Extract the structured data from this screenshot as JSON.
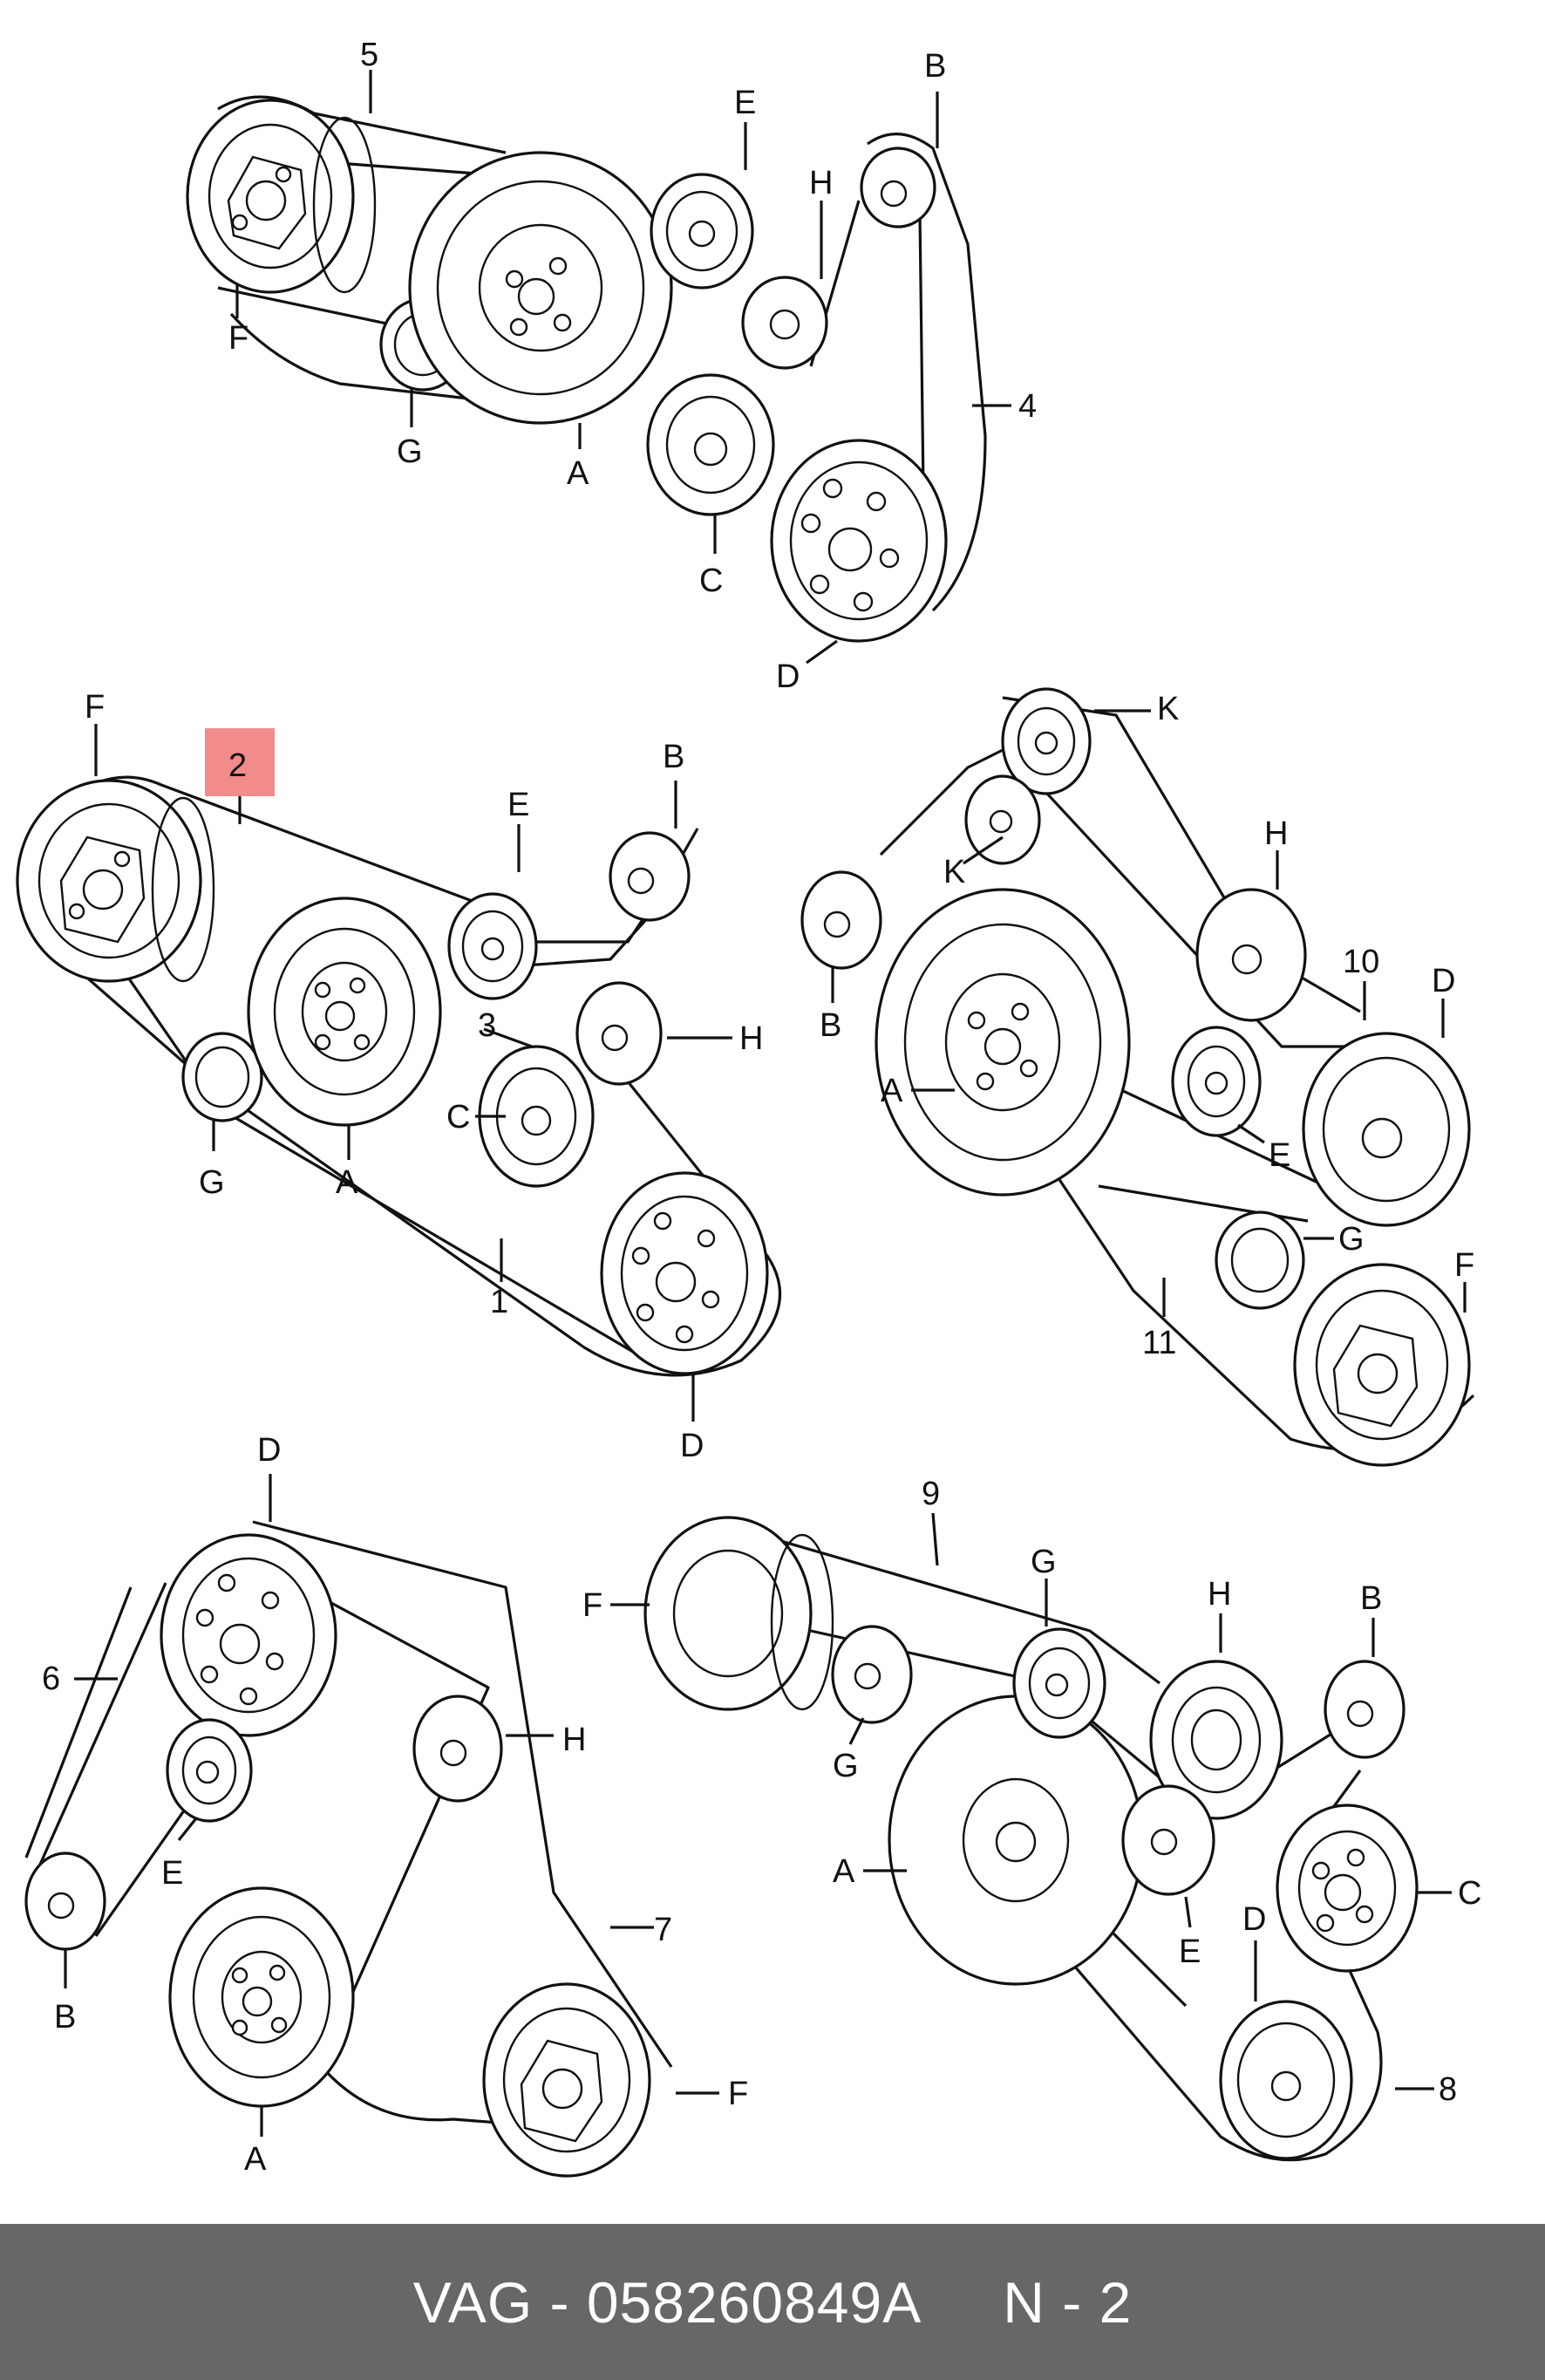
{
  "diagram": {
    "panels": [
      {
        "id": "panel-1",
        "labels": {
          "belt": "5",
          "belt2": "4",
          "F": "F",
          "G": "G",
          "A": "A",
          "E": "E",
          "H": "H",
          "B": "B",
          "C": "C",
          "D": "D"
        }
      },
      {
        "id": "panel-2",
        "highlighted_part": "2",
        "labels": {
          "F": "F",
          "belt_main": "1",
          "belt_small": "3",
          "E": "E",
          "B": "B",
          "H": "H",
          "C": "C",
          "G": "G",
          "A": "A",
          "D": "D"
        }
      },
      {
        "id": "panel-3",
        "labels": {
          "K1": "K",
          "K2": "K",
          "H": "H",
          "belt_top": "10",
          "D": "D",
          "B": "B",
          "A": "A",
          "E": "E",
          "G": "G",
          "F": "F",
          "belt_bottom": "11"
        }
      },
      {
        "id": "panel-4",
        "labels": {
          "D": "D",
          "belt_left": "6",
          "H": "H",
          "E": "E",
          "belt_right": "7",
          "B": "B",
          "A": "A",
          "F": "F"
        }
      },
      {
        "id": "panel-5",
        "labels": {
          "belt_top": "9",
          "G1": "G",
          "H": "H",
          "B": "B",
          "F": "F",
          "G2": "G",
          "A": "A",
          "C": "C",
          "E": "E",
          "D": "D",
          "belt_bottom": "8"
        }
      }
    ],
    "highlight_color": "#f28b8b"
  },
  "footer": {
    "text": "VAG - 058260849A     N - 2",
    "background": "#676767"
  }
}
